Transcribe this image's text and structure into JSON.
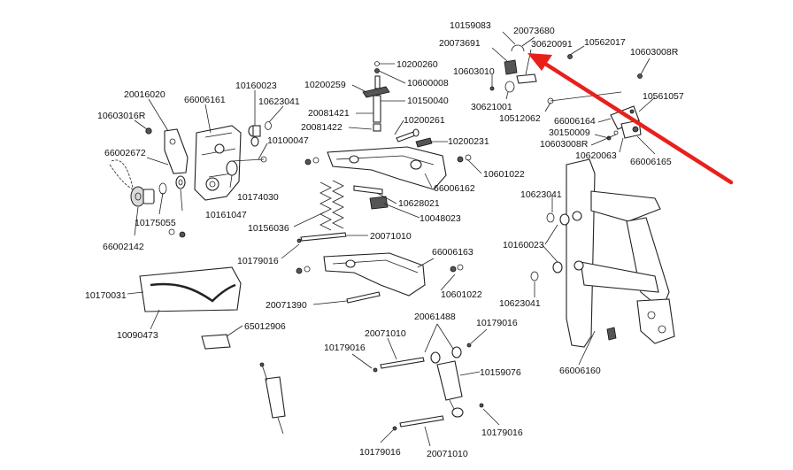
{
  "colors": {
    "pointer_arrow": "#e8201c",
    "ink": "#222222",
    "background": "#ffffff"
  },
  "labels": [
    {
      "id": "l01",
      "text": "10159083"
    },
    {
      "id": "l02",
      "text": "20073680"
    },
    {
      "id": "l03",
      "text": "20073691"
    },
    {
      "id": "l04",
      "text": "30620091"
    },
    {
      "id": "l05",
      "text": "10562017"
    },
    {
      "id": "l06",
      "text": "10603008R"
    },
    {
      "id": "l07",
      "text": "10603010"
    },
    {
      "id": "l08",
      "text": "10561057"
    },
    {
      "id": "l09",
      "text": "30621001"
    },
    {
      "id": "l10",
      "text": "10512062"
    },
    {
      "id": "l11",
      "text": "66006164"
    },
    {
      "id": "l12",
      "text": "30150009"
    },
    {
      "id": "l13",
      "text": "10603008R"
    },
    {
      "id": "l14",
      "text": "10620063"
    },
    {
      "id": "l15",
      "text": "66006165"
    },
    {
      "id": "l16",
      "text": "10200260"
    },
    {
      "id": "l17",
      "text": "10200259"
    },
    {
      "id": "l18",
      "text": "10600008"
    },
    {
      "id": "l19",
      "text": "10150040"
    },
    {
      "id": "l20",
      "text": "20081421"
    },
    {
      "id": "l21",
      "text": "10200261"
    },
    {
      "id": "l22",
      "text": "20081422"
    },
    {
      "id": "l23",
      "text": "10200231"
    },
    {
      "id": "l24",
      "text": "10601022"
    },
    {
      "id": "l25",
      "text": "66006162"
    },
    {
      "id": "l26",
      "text": "10628021"
    },
    {
      "id": "l27",
      "text": "10048023"
    },
    {
      "id": "l28",
      "text": "20016020"
    },
    {
      "id": "l29",
      "text": "66006161"
    },
    {
      "id": "l30",
      "text": "10160023"
    },
    {
      "id": "l31",
      "text": "10623041"
    },
    {
      "id": "l32",
      "text": "10603016R"
    },
    {
      "id": "l33",
      "text": "10100047"
    },
    {
      "id": "l34",
      "text": "66002672"
    },
    {
      "id": "l35",
      "text": "10174030"
    },
    {
      "id": "l36",
      "text": "10175055"
    },
    {
      "id": "l37",
      "text": "10161047"
    },
    {
      "id": "l38",
      "text": "66002142"
    },
    {
      "id": "l39",
      "text": "10156036"
    },
    {
      "id": "l40",
      "text": "20071010"
    },
    {
      "id": "l41",
      "text": "10179016"
    },
    {
      "id": "l42",
      "text": "66006163"
    },
    {
      "id": "l43",
      "text": "10601022"
    },
    {
      "id": "l44",
      "text": "20071390"
    },
    {
      "id": "l45",
      "text": "10170031"
    },
    {
      "id": "l46",
      "text": "10090473"
    },
    {
      "id": "l47",
      "text": "65012906"
    },
    {
      "id": "l48",
      "text": "10623041"
    },
    {
      "id": "l49",
      "text": "10160023"
    },
    {
      "id": "l50",
      "text": "10623041"
    },
    {
      "id": "l51",
      "text": "66006160"
    },
    {
      "id": "l52",
      "text": "20061488"
    },
    {
      "id": "l53",
      "text": "10179016"
    },
    {
      "id": "l54",
      "text": "20071010"
    },
    {
      "id": "l55",
      "text": "10179016"
    },
    {
      "id": "l56",
      "text": "10159076"
    },
    {
      "id": "l57",
      "text": "10179016"
    },
    {
      "id": "l58",
      "text": "10179016"
    },
    {
      "id": "l59",
      "text": "20071010"
    }
  ]
}
